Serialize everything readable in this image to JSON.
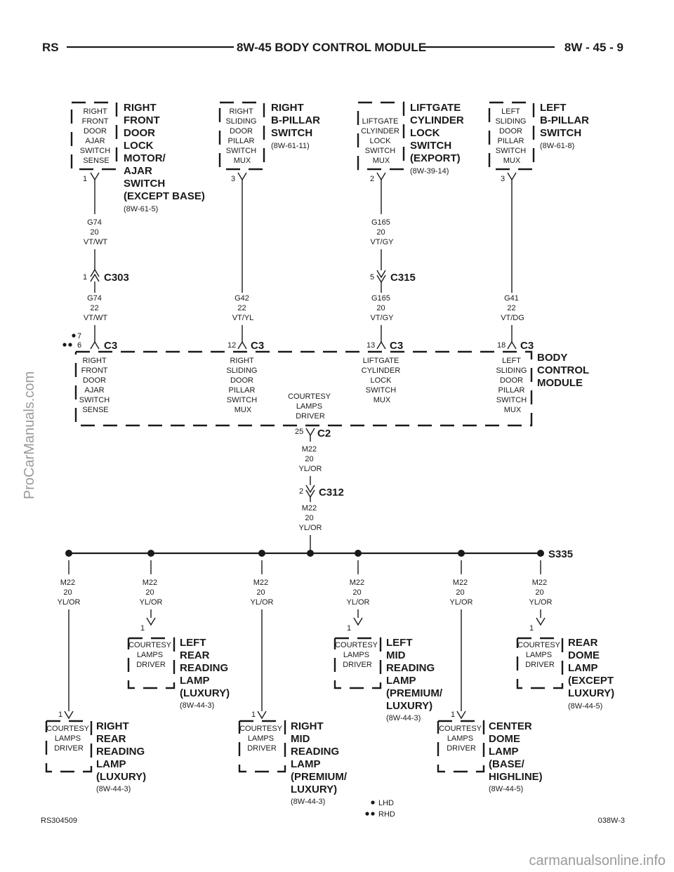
{
  "header": {
    "left": "RS",
    "center": "8W-45 BODY CONTROL MODULE",
    "right": "8W - 45 - 9"
  },
  "top_components": [
    {
      "inner": [
        "RIGHT",
        "FRONT",
        "DOOR",
        "AJAR",
        "SWITCH",
        "SENSE"
      ],
      "name": [
        "RIGHT",
        "FRONT",
        "DOOR",
        "LOCK",
        "MOTOR/",
        "AJAR",
        "SWITCH",
        "(EXCEPT BASE)"
      ],
      "ref": "(8W-61-5)",
      "pin": "1"
    },
    {
      "inner": [
        "RIGHT",
        "SLIDING",
        "DOOR",
        "PILLAR",
        "SWITCH",
        "MUX"
      ],
      "name": [
        "RIGHT",
        "B-PILLAR",
        "SWITCH"
      ],
      "ref": "(8W-61-11)",
      "pin": "3"
    },
    {
      "inner": [
        "LIFTGATE",
        "CLYINDER",
        "LOCK",
        "SWITCH",
        "MUX"
      ],
      "name": [
        "LIFTGATE",
        "CYLINDER",
        "LOCK",
        "SWITCH",
        "(EXPORT)"
      ],
      "ref": "(8W-39-14)",
      "pin": "2"
    },
    {
      "inner": [
        "LEFT",
        "SLIDING",
        "DOOR",
        "PILLAR",
        "SWITCH",
        "MUX"
      ],
      "name": [
        "LEFT",
        "B-PILLAR",
        "SWITCH"
      ],
      "ref": "(8W-61-8)",
      "pin": "3"
    }
  ],
  "wires": {
    "g74_20": [
      "G74",
      "20",
      "VT/WT"
    ],
    "g74_22": [
      "G74",
      "22",
      "VT/WT"
    ],
    "g42": [
      "G42",
      "22",
      "VT/YL"
    ],
    "g165_a": [
      "G165",
      "20",
      "VT/GY"
    ],
    "g165_b": [
      "G165",
      "20",
      "VT/GY"
    ],
    "g41": [
      "G41",
      "22",
      "VT/DG"
    ],
    "m22": [
      "M22",
      "20",
      "YL/OR"
    ]
  },
  "inline_connectors": {
    "c303": {
      "name": "C303",
      "pin": "1"
    },
    "c315": {
      "name": "C315",
      "pin": "5"
    },
    "c312": {
      "name": "C312",
      "pin": "2"
    }
  },
  "bcm": {
    "name": [
      "BODY",
      "CONTROL",
      "MODULE"
    ],
    "c3": "C3",
    "c2": "C2",
    "pins": {
      "p7": "7",
      "p6": "6",
      "p12": "12",
      "p13": "13",
      "p18": "18",
      "p25": "25"
    },
    "inner1": [
      "RIGHT",
      "FRONT",
      "DOOR",
      "AJAR",
      "SWITCH",
      "SENSE"
    ],
    "inner2": [
      "RIGHT",
      "SLIDING",
      "DOOR",
      "PILLAR",
      "SWITCH",
      "MUX"
    ],
    "inner3": [
      "LIFTGATE",
      "CYLINDER",
      "LOCK",
      "SWITCH",
      "MUX"
    ],
    "inner4": [
      "LEFT",
      "SLIDING",
      "DOOR",
      "PILLAR",
      "SWITCH",
      "MUX"
    ],
    "inner_courtesy": [
      "COURTESY",
      "LAMPS",
      "DRIVER"
    ]
  },
  "splice": "S335",
  "lamp_inner": [
    "COURTESY",
    "LAMPS",
    "DRIVER"
  ],
  "lamps": [
    {
      "name": [
        "LEFT",
        "REAR",
        "READING",
        "LAMP",
        "(LUXURY)"
      ],
      "ref": "(8W-44-3)",
      "pin": "1"
    },
    {
      "name": [
        "LEFT",
        "MID",
        "READING",
        "LAMP",
        "(PREMIUM/",
        "LUXURY)"
      ],
      "ref": "(8W-44-3)",
      "pin": "1"
    },
    {
      "name": [
        "REAR",
        "DOME",
        "LAMP",
        "(EXCEPT",
        "LUXURY)"
      ],
      "ref": "(8W-44-5)",
      "pin": "1"
    },
    {
      "name": [
        "RIGHT",
        "REAR",
        "READING",
        "LAMP",
        "(LUXURY)"
      ],
      "ref": "(8W-44-3)",
      "pin": "1"
    },
    {
      "name": [
        "RIGHT",
        "MID",
        "READING",
        "LAMP",
        "(PREMIUM/",
        "LUXURY)"
      ],
      "ref": "(8W-44-3)",
      "pin": "1"
    },
    {
      "name": [
        "CENTER",
        "DOME",
        "LAMP",
        "(BASE/",
        "HIGHLINE)"
      ],
      "ref": "(8W-44-5)",
      "pin": "1"
    }
  ],
  "legend": {
    "lhd": "LHD",
    "rhd": "RHD"
  },
  "footer": {
    "left": "RS304509",
    "right": "038W-3"
  },
  "watermarks": {
    "side": "ProCarManuals.com",
    "bottom": "carmanualsonline.info"
  }
}
